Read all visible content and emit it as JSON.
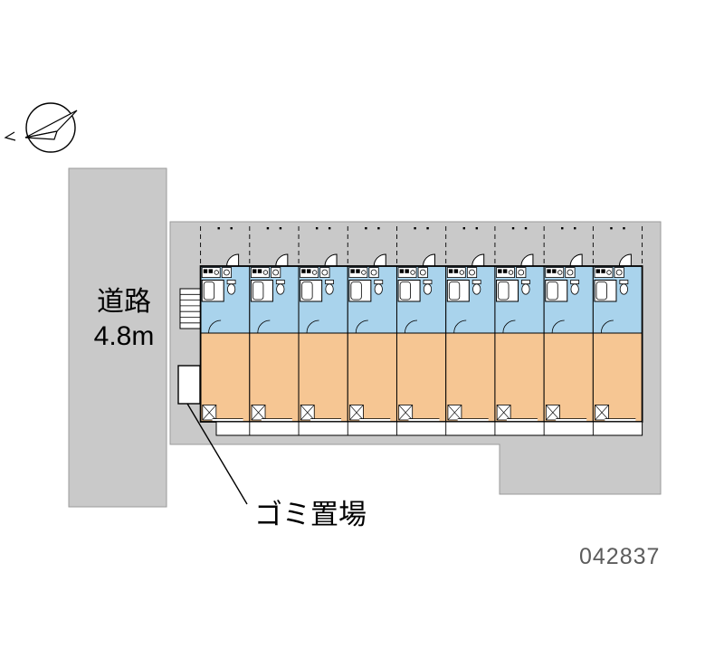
{
  "labels": {
    "road": "道路",
    "road_width": "4.8m",
    "garbage": "ゴミ置場",
    "plan_number": "042837"
  },
  "building": {
    "unit_count": 9
  },
  "icons": {
    "compass": "north-compass-arrow",
    "stairs": "staircase-symbol"
  },
  "colors": {
    "site_gray": "#c9c9c9",
    "unit_blue": "#a9d3ec",
    "unit_orange": "#f6c693",
    "outline": "#000000",
    "plan_number_gray": "#5c5c5c"
  }
}
